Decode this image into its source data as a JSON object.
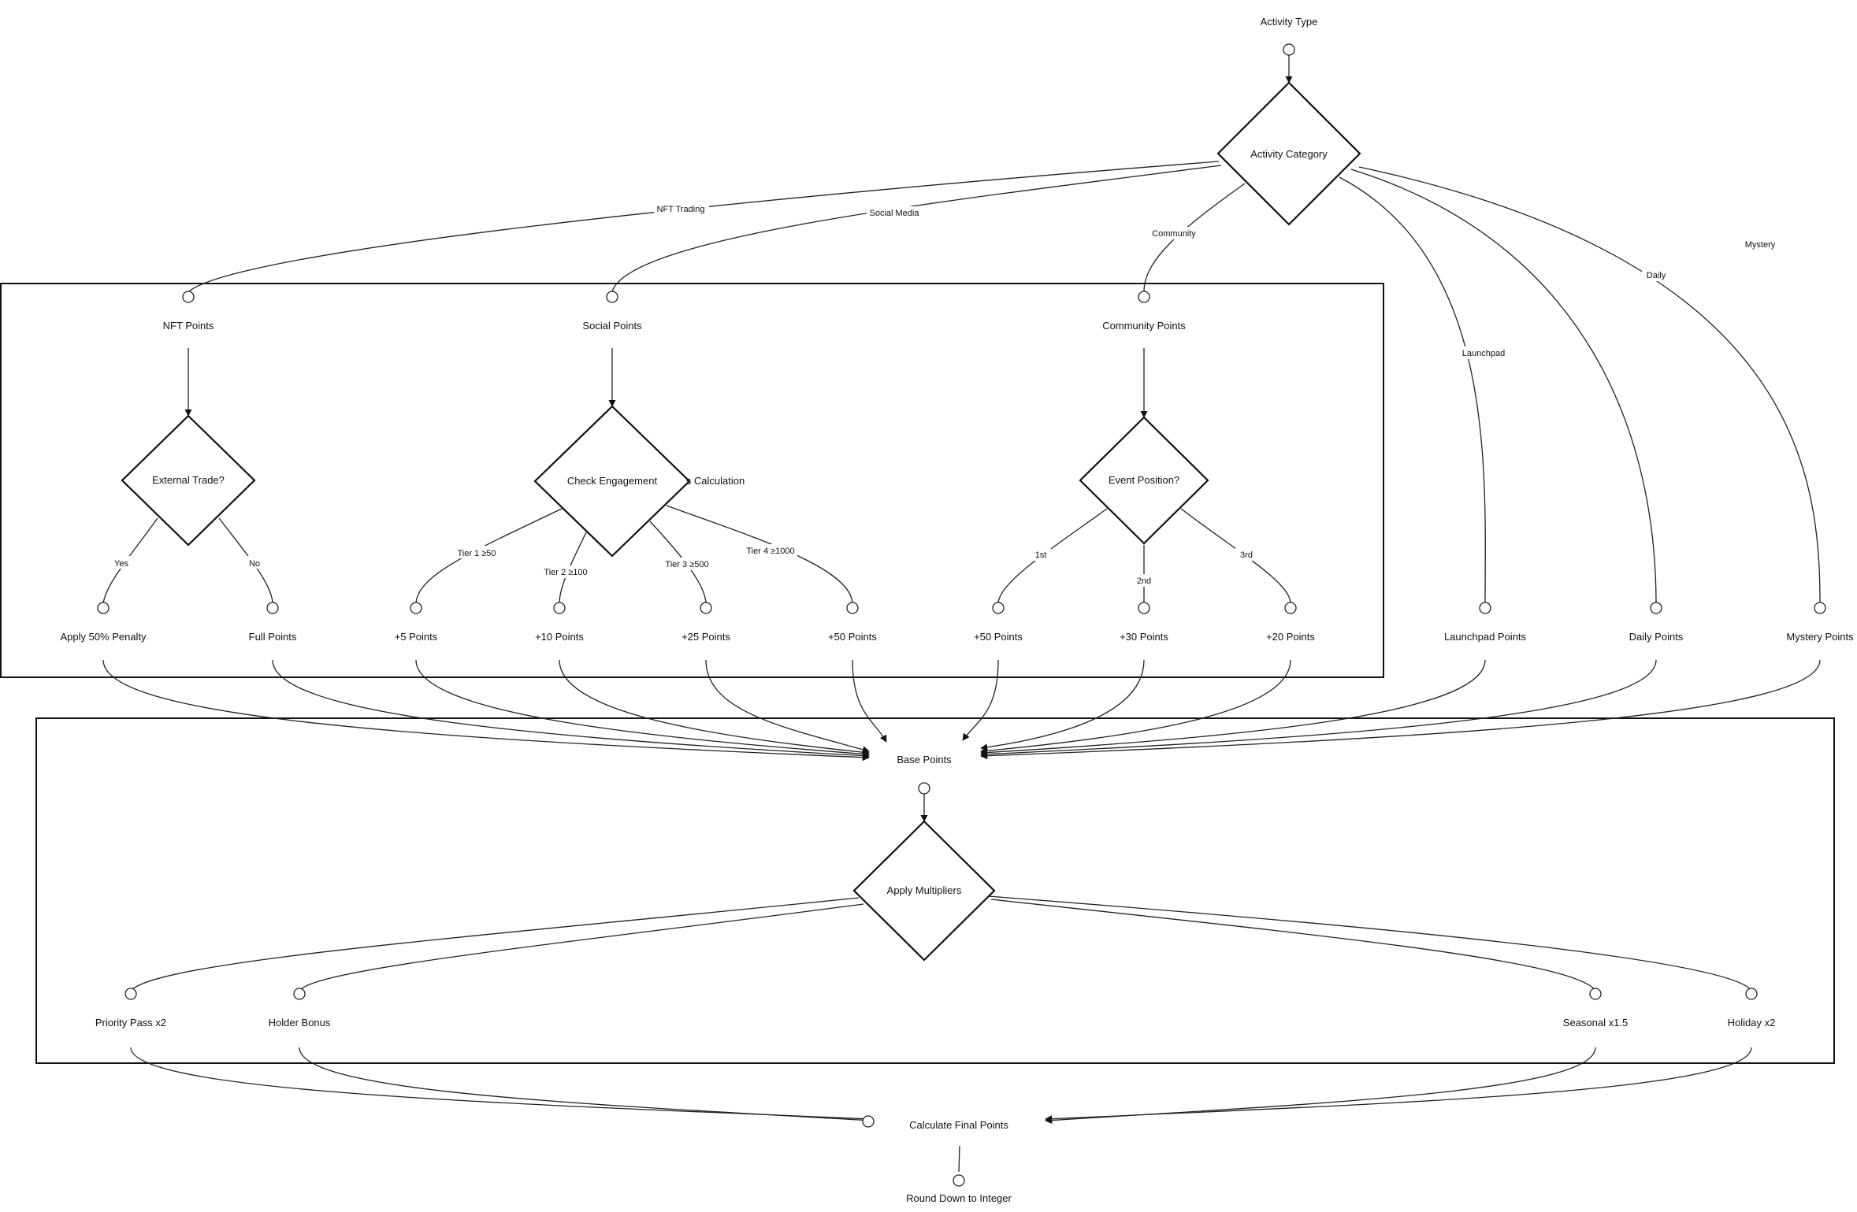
{
  "diagram": {
    "nodes": {
      "activity_type": "Activity Type",
      "activity_category": "Activity Category",
      "nft_points": "NFT Points",
      "social_points": "Social Points",
      "community_points": "Community Points",
      "external_trade": "External Trade?",
      "check_engagement": "Check Engagement",
      "calculation_fragment": "s Calculation",
      "event_position": "Event Position?",
      "apply_penalty": "Apply 50% Penalty",
      "full_points": "Full Points",
      "plus5": "+5 Points",
      "plus10": "+10 Points",
      "plus25": "+25 Points",
      "plus50_social": "+50 Points",
      "plus50_event": "+50 Points",
      "plus30": "+30 Points",
      "plus20": "+20 Points",
      "launchpad_points": "Launchpad Points",
      "daily_points": "Daily Points",
      "mystery_points": "Mystery Points",
      "base_points": "Base Points",
      "apply_multipliers": "Apply Multipliers",
      "priority_pass": "Priority Pass x2",
      "holder_bonus": "Holder Bonus",
      "seasonal": "Seasonal x1.5",
      "holiday": "Holiday x2",
      "calculate_final": "Calculate Final Points",
      "round_down": "Round Down to Integer"
    },
    "edge_labels": {
      "nft_trading": "NFT Trading",
      "social_media": "Social Media",
      "community": "Community",
      "launchpad": "Launchpad",
      "daily": "Daily",
      "mystery": "Mystery",
      "yes": "Yes",
      "no": "No",
      "tier1": "Tier 1 ≥50",
      "tier2": "Tier 2 ≥100",
      "tier3": "Tier 3 ≥500",
      "tier4": "Tier 4 ≥1000",
      "first": "1st",
      "second": "2nd",
      "third": "3rd"
    }
  }
}
